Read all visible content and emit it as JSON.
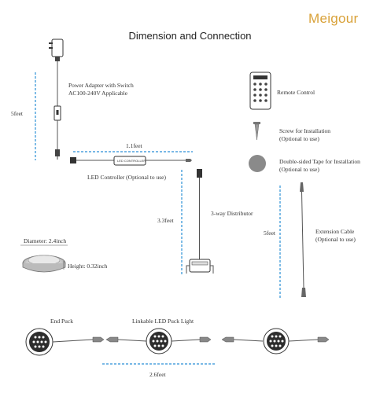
{
  "brand": {
    "name": "Meigour",
    "accent": "#d9a23a"
  },
  "title": "Dimension and Connection",
  "labels": {
    "adapter_line1": "Power Adapter with Switch",
    "adapter_line2": "AC100-240V Applicable",
    "adapter_length": "5feet",
    "controller_length": "1.1feet",
    "controller_text": "LED CONTROLLER",
    "controller": "LED Controller (Optional to use)",
    "distributor_length": "3.3feet",
    "distributor": "3-way Distributor",
    "remote": "Remote Control",
    "screw_line1": "Screw for Installation",
    "screw_line2": "(Optional to use)",
    "tape_line1": "Double-sided Tape for Installation",
    "tape_line2": "(Optional to use)",
    "extension_length": "5feet",
    "extension_line1": "Extension Cable",
    "extension_line2": "(Optional to use)",
    "diameter": "Diameter: 2.4inch",
    "height": "Height: 0.32inch",
    "end_puck": "End Puck",
    "linkable_puck": "Linkable LED Puck Light",
    "puck_spacing": "2.6feet"
  },
  "colors": {
    "dimension_line": "#2a8fd6",
    "cable": "#555555"
  }
}
